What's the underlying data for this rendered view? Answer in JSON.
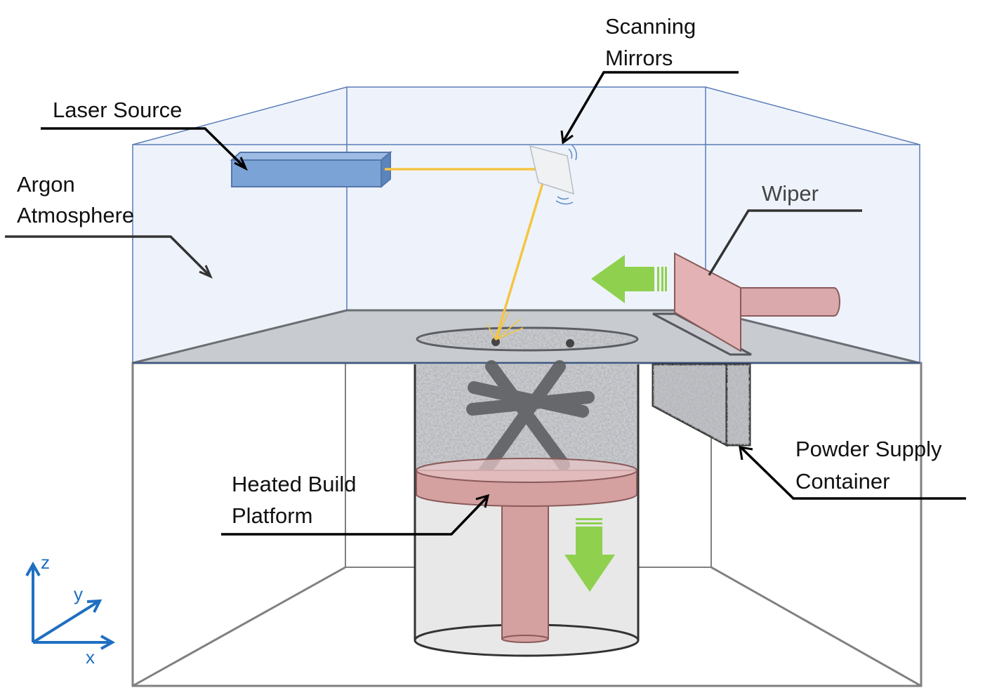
{
  "title": "Selective laser melting machine schematic",
  "labels": {
    "scanning_mirrors": [
      "Scanning",
      "Mirrors"
    ],
    "laser_source": "Laser Source",
    "argon_atmosphere": [
      "Argon",
      "Atmosphere"
    ],
    "wiper": "Wiper",
    "powder_supply": [
      "Powder Supply",
      "Container"
    ],
    "heated_platform": [
      "Heated Build",
      "Platform"
    ]
  },
  "axes": {
    "z": "z",
    "y": "y",
    "x": "x"
  },
  "colors": {
    "chamber": "#eef3fb",
    "laser": "#7ba3d6",
    "beam": "#f5c542",
    "platform": "#d4a0a0",
    "arrow": "#8fd14f",
    "axis": "#1f6fc1"
  }
}
